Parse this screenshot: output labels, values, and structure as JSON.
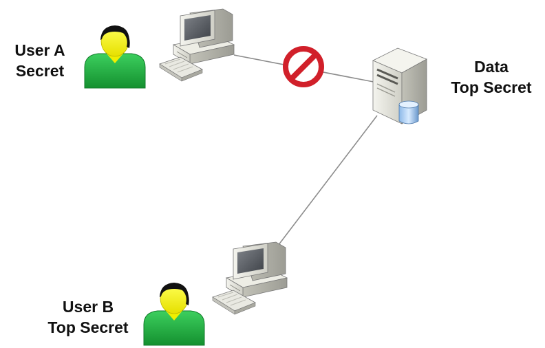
{
  "nodes": {
    "user_a": {
      "name": "User A",
      "clearance": "Secret",
      "icon": "user-icon"
    },
    "user_b": {
      "name": "User B",
      "clearance": "Top Secret",
      "icon": "user-icon"
    },
    "data": {
      "name": "Data",
      "classification": "Top Secret",
      "icon": "server-database-icon"
    }
  },
  "workstations": [
    {
      "id": "workstation-a",
      "icon": "computer-icon",
      "owner": "User A"
    },
    {
      "id": "workstation-b",
      "icon": "computer-icon",
      "owner": "User B"
    }
  ],
  "connections": [
    {
      "from": "User A",
      "to": "Data",
      "status": "blocked",
      "marker": "prohibited-icon"
    },
    {
      "from": "User B",
      "to": "Data",
      "status": "allowed"
    }
  ],
  "colors": {
    "user_body": "#22b04a",
    "user_face": "#f5f500",
    "user_hair": "#111111",
    "blocked_marker": "#d1202a",
    "connection_line": "#8c8c8c"
  }
}
